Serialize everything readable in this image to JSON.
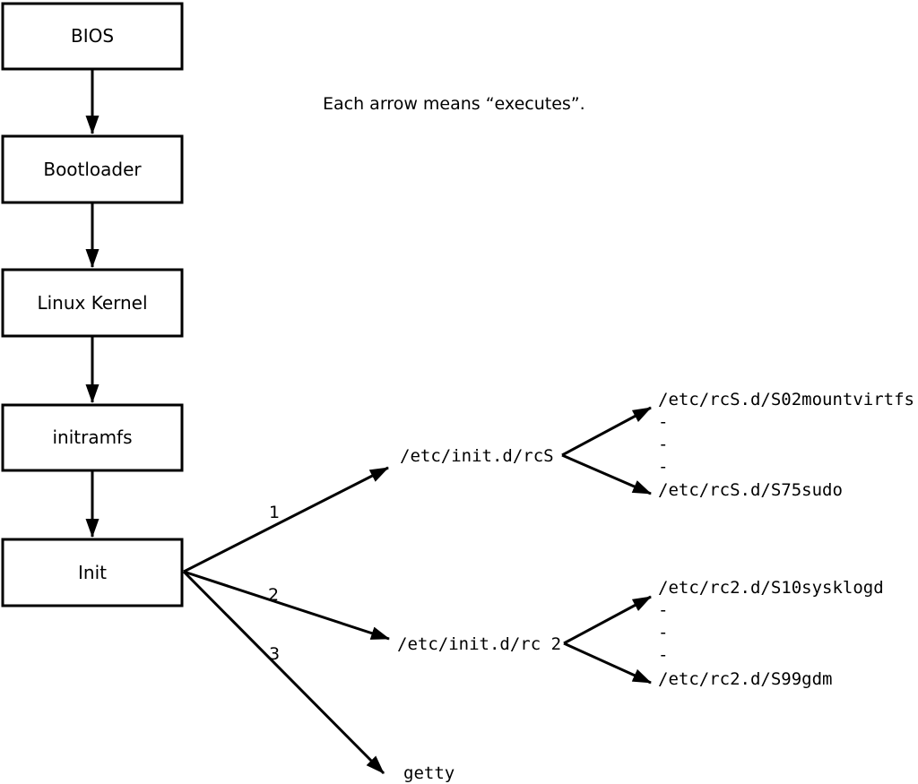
{
  "diagram": {
    "caption": "Each arrow means “executes”.",
    "boxes": [
      {
        "label": "BIOS"
      },
      {
        "label": "Bootloader"
      },
      {
        "label": "Linux Kernel"
      },
      {
        "label": "initramfs"
      },
      {
        "label": "Init"
      }
    ],
    "branches": [
      {
        "number": "1",
        "target": "/etc/init.d/rcS",
        "children": [
          "/etc/rcS.d/S02mountvirtfs",
          "-",
          "-",
          "-",
          "/etc/rcS.d/S75sudo"
        ]
      },
      {
        "number": "2",
        "target": "/etc/init.d/rc 2",
        "children": [
          "/etc/rc2.d/S10sysklogd",
          "-",
          "-",
          "-",
          "/etc/rc2.d/S99gdm"
        ]
      },
      {
        "number": "3",
        "target": "getty",
        "children": []
      }
    ],
    "colors": {
      "line": "#000000",
      "background": "#ffffff",
      "text": "#000000"
    }
  }
}
